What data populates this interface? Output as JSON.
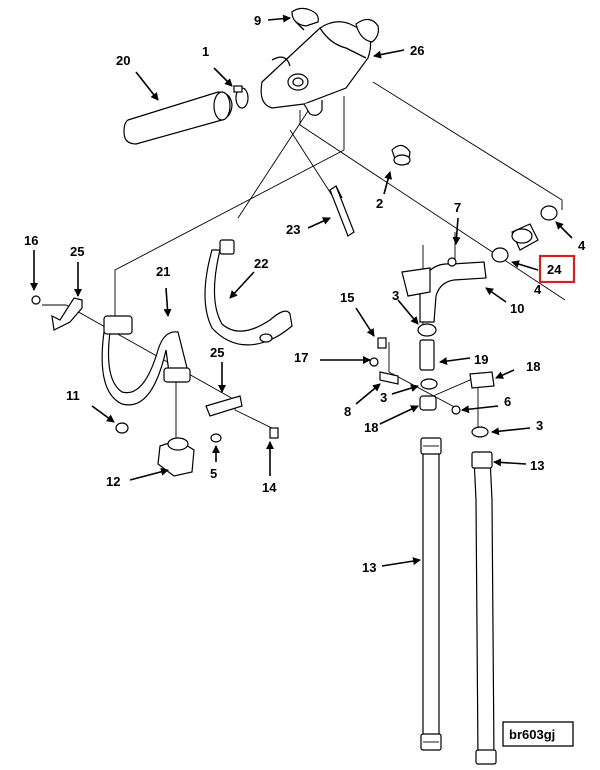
{
  "callouts": {
    "c9": "9",
    "c20": "20",
    "c1": "1",
    "c26": "26",
    "c2": "2",
    "c23": "23",
    "c7": "7",
    "c4a": "4",
    "c24": "24",
    "c4b": "4",
    "c16": "16",
    "c25a": "25",
    "c21": "21",
    "c22": "22",
    "c10": "10",
    "c15": "15",
    "c3a": "3",
    "c17": "17",
    "c19": "19",
    "c18a": "18",
    "c8": "8",
    "c3b": "3",
    "c6": "6",
    "c18b": "18",
    "c3c": "3",
    "c11": "11",
    "c25b": "25",
    "c12": "12",
    "c5": "5",
    "c14": "14",
    "c13a": "13",
    "c13b": "13"
  },
  "reference_code": "br603gj",
  "highlight": {
    "label": "24",
    "color": "#d62020"
  }
}
